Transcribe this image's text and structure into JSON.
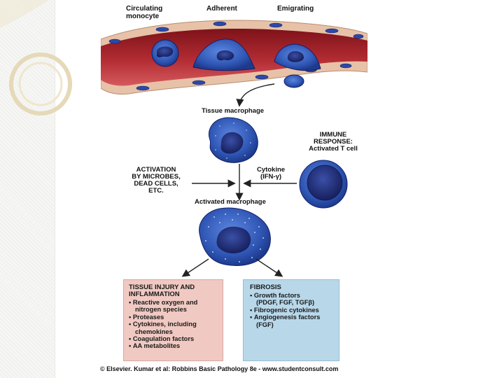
{
  "stages": {
    "circulating": "Circulating\nmonocyte",
    "adherent": "Adherent",
    "emigrating": "Emigrating"
  },
  "tissue_macrophage": "Tissue macrophage",
  "immune_response": "IMMUNE\nRESPONSE:\nActivated T cell",
  "activation": "ACTIVATION\nBY MICROBES,\nDEAD CELLS,\nETC.",
  "cytokine": "Cytokine\n(IFN-γ)",
  "activated_macrophage": "Activated macrophage",
  "injury_box": {
    "title": "TISSUE INJURY AND\nINFLAMMATION",
    "items": [
      "Reactive oxygen and\nnitrogen species",
      "Proteases",
      "Cytokines, including\nchemokines",
      "Coagulation factors",
      "AA metabolites"
    ]
  },
  "fibrosis_box": {
    "title": "FIBROSIS",
    "items": [
      "Growth factors\n(PDGF, FGF, TGFβ)",
      "Fibrogenic cytokines",
      "Angiogenesis factors\n(FGF)"
    ]
  },
  "caption": "© Elsevier. Kumar et al: Robbins Basic Pathology 8e - www.studentconsult.com",
  "colors": {
    "vessel_red": "#a8242b",
    "cell_blue": "#2f56b4",
    "nucleus_navy": "#1b2568",
    "pink_box": "#f0c9c2",
    "blue_box": "#b8d8ea"
  }
}
